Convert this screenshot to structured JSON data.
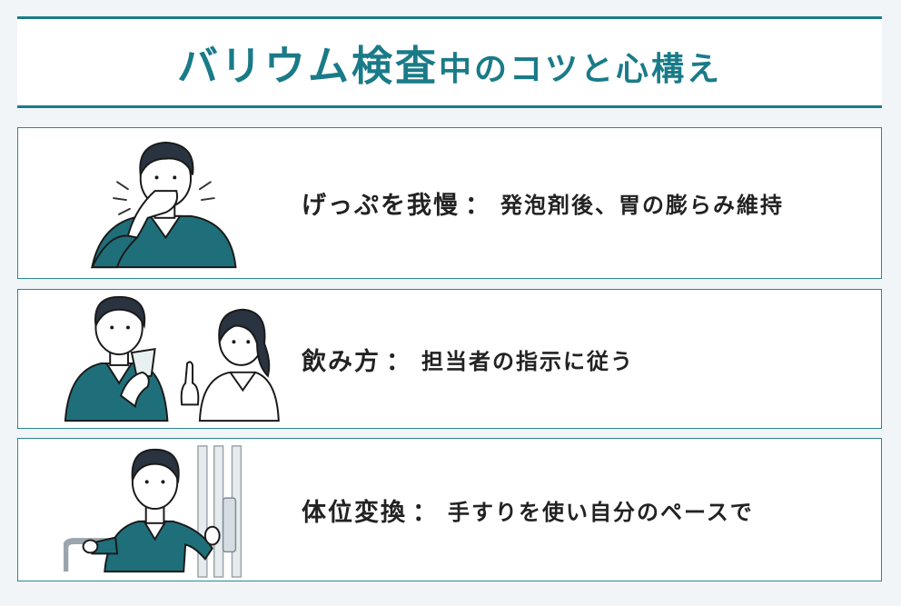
{
  "title": {
    "main": "バリウム検査",
    "rest": "中のコツと心構え"
  },
  "colors": {
    "accent": "#1a7b88",
    "sweater": "#1f6f7a",
    "background": "#f1f5f8"
  },
  "tips": [
    {
      "heading": "げっぷを我慢",
      "separator": "：",
      "detail": "発泡剤後、胃の膨らみ維持",
      "icon": "man-covering-mouth"
    },
    {
      "heading": "飲み方",
      "separator": "：",
      "detail": "担当者の指示に従う",
      "icon": "man-drinking-and-nurse-pointing"
    },
    {
      "heading": "体位変換",
      "separator": "：",
      "detail": "手すりを使い自分のペースで",
      "icon": "man-holding-handrails"
    }
  ]
}
